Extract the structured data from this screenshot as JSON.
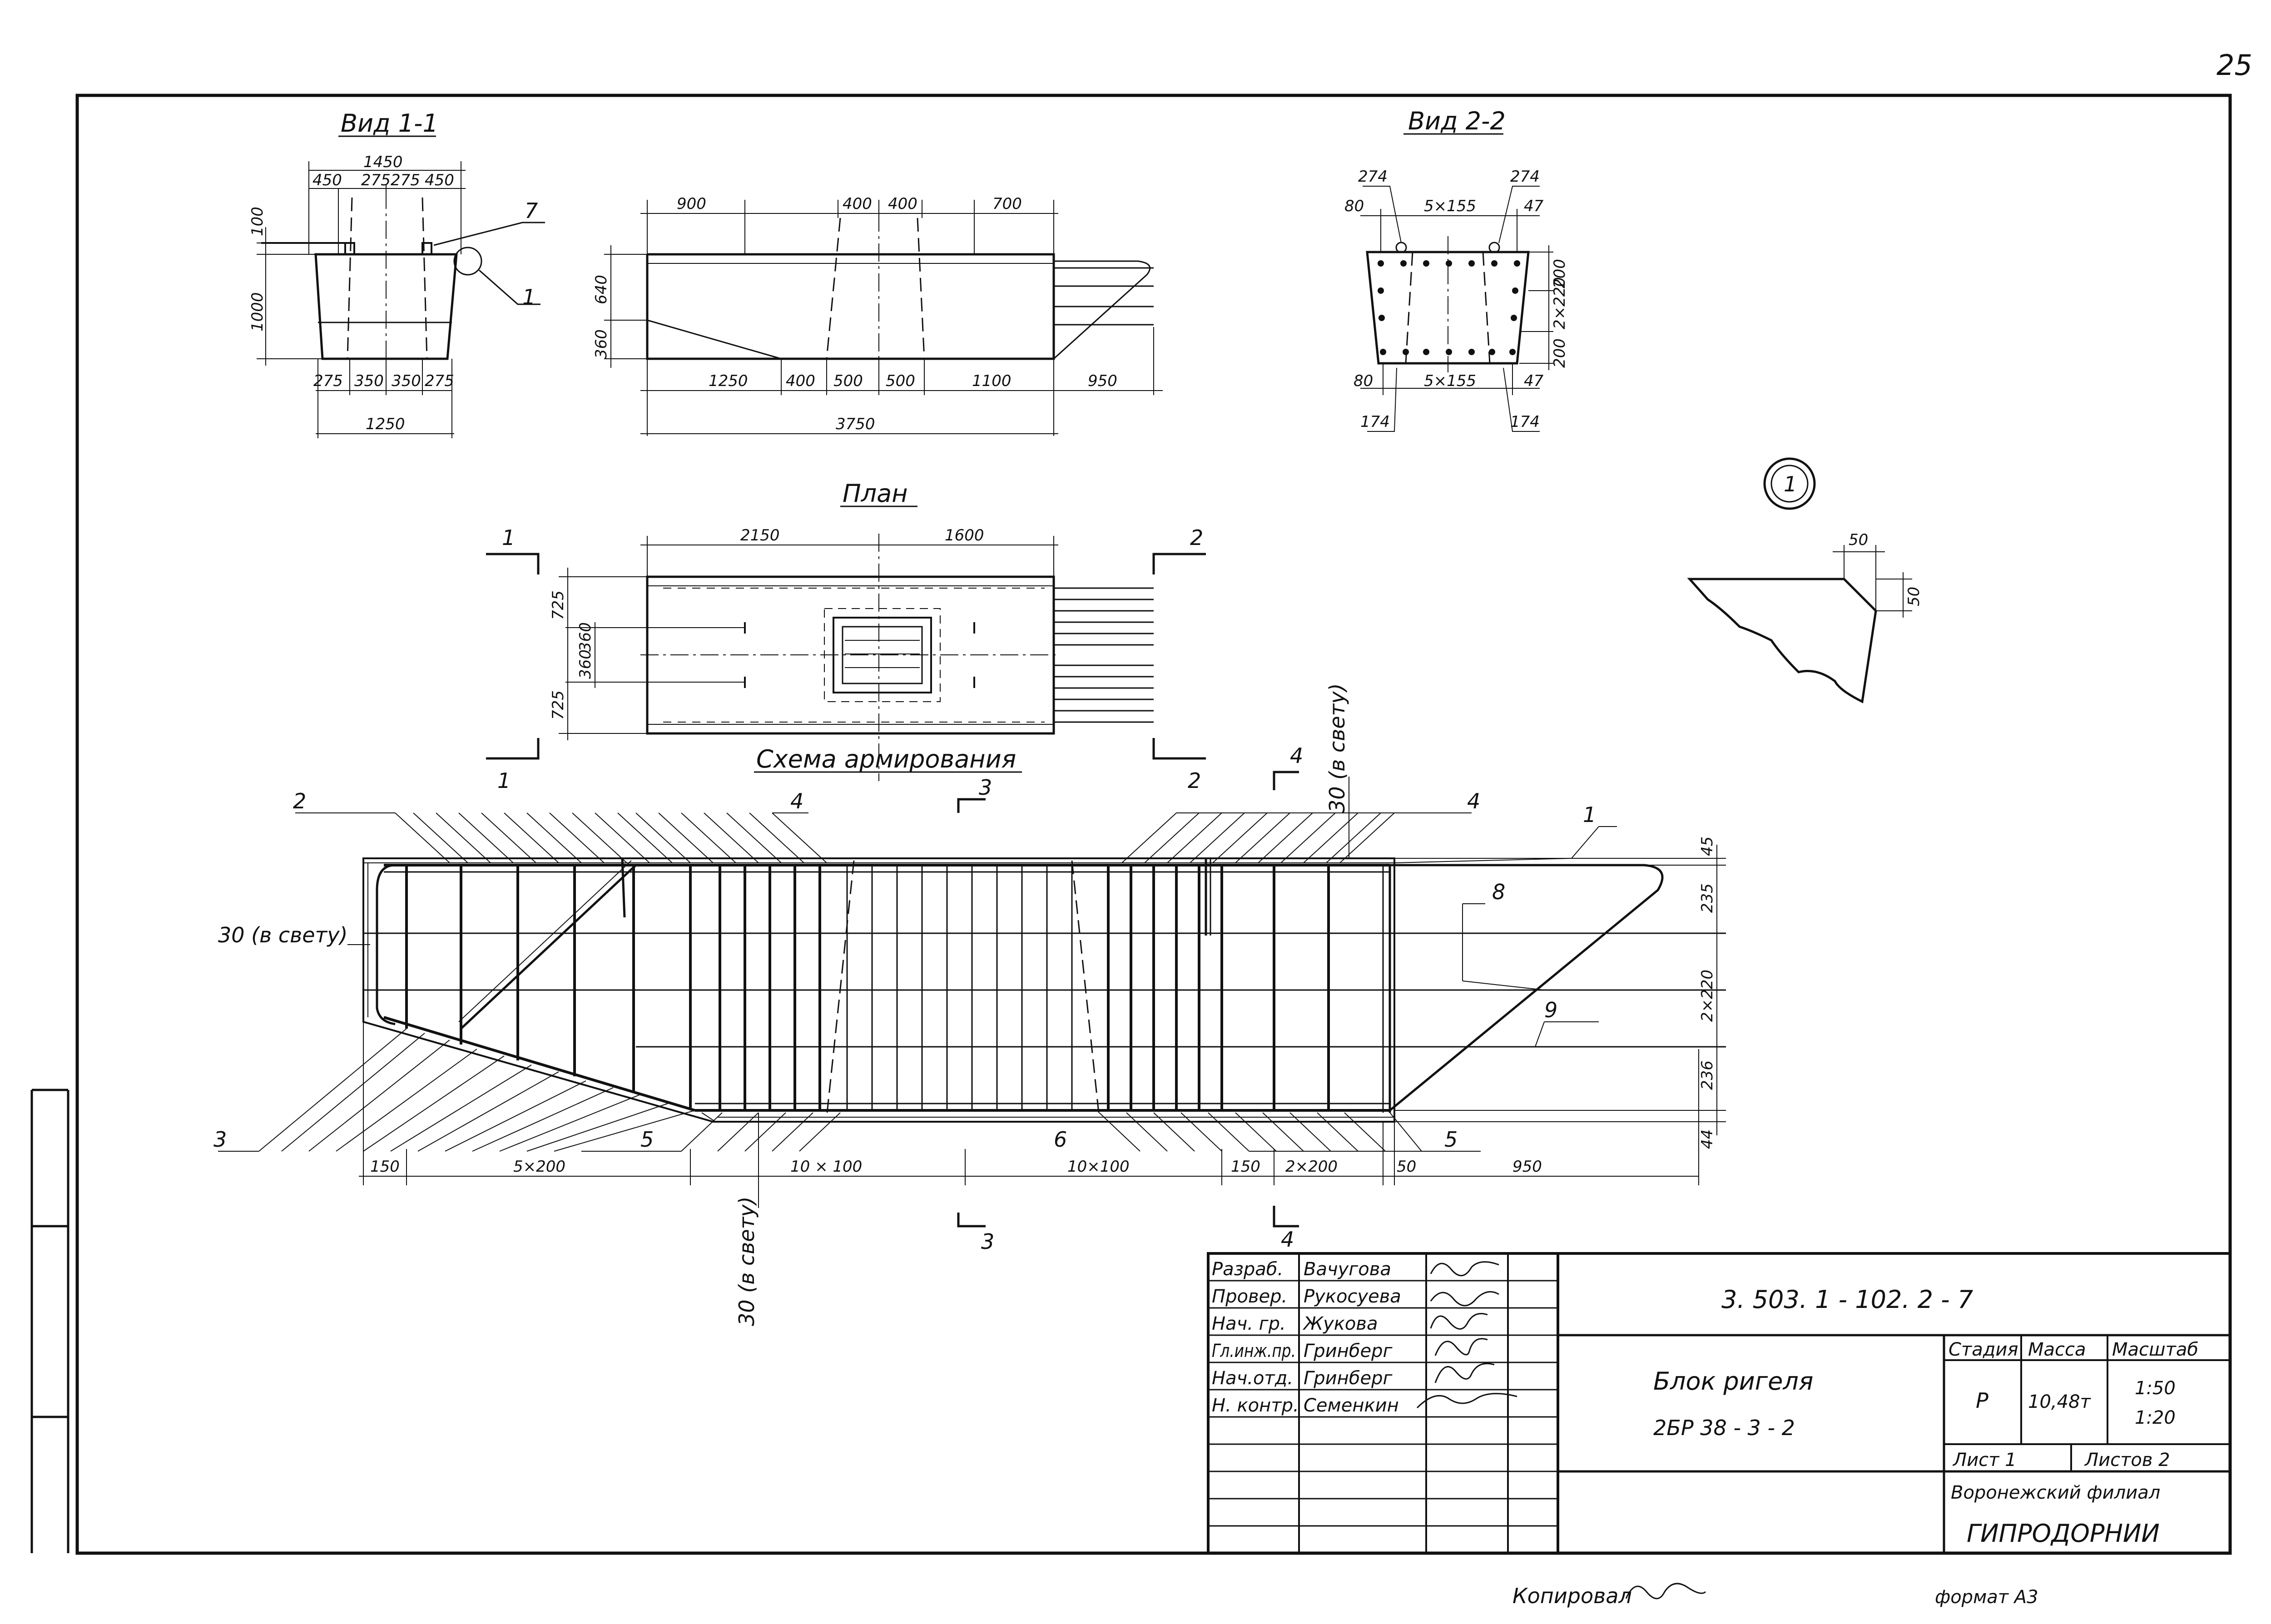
{
  "page_number": "25",
  "views": {
    "view_1": {
      "title": "Вид 1-1",
      "dims_top": [
        "1450",
        "450",
        "275",
        "275",
        "450"
      ],
      "dims_left": [
        "100",
        "1000"
      ],
      "dims_bottom": [
        "275",
        "350",
        "350",
        "275"
      ],
      "dim_total_bottom": "1250",
      "callouts": [
        "7",
        "1"
      ]
    },
    "elevation": {
      "dims_top": [
        "900",
        "400",
        "400",
        "700"
      ],
      "dims_left": [
        "640",
        "360"
      ],
      "dims_bottom": [
        "1250",
        "400",
        "500",
        "500",
        "1100",
        "950"
      ],
      "dim_total_bottom": "3750"
    },
    "view_2": {
      "title": "Вид 2-2",
      "dims_top": [
        "274",
        "274",
        "80",
        "5×155",
        "47"
      ],
      "dims_right": [
        "200",
        "2×220",
        "200"
      ],
      "dims_bottom": [
        "80",
        "5×155",
        "47",
        "174",
        "174"
      ]
    },
    "detail": {
      "marker": "1",
      "dims": [
        "50",
        "50"
      ]
    },
    "plan": {
      "title": "План",
      "dims_top": [
        "2150",
        "1600"
      ],
      "dims_left": [
        "725",
        "360",
        "360",
        "725"
      ],
      "section_marks": [
        "1",
        "1",
        "2",
        "2"
      ]
    },
    "reinforcement": {
      "title": "Схема армирования",
      "positions": [
        "2",
        "4",
        "4",
        "1",
        "8",
        "9",
        "3",
        "5",
        "6",
        "5"
      ],
      "clear_note": "30 (в свету)",
      "section_marks": [
        "3",
        "3",
        "4",
        "4"
      ],
      "dims_right": [
        "45",
        "235",
        "2×220",
        "236",
        "44"
      ],
      "dims_bottom": [
        "150",
        "5×200",
        "10 × 100",
        "10×100",
        "150",
        "2×200",
        "50",
        "950"
      ]
    }
  },
  "title_block": {
    "roles": [
      "Разраб.",
      "Провер.",
      "Нач. гр.",
      "Гл.инж.пр.",
      "Нач.отд.",
      "Н. контр."
    ],
    "names": [
      "Вачугова",
      "Рукосуева",
      "Жукова",
      "Гринберг",
      "Гринберг",
      "Семенкин"
    ],
    "document_code": "3. 503. 1 - 102. 2 - 7",
    "item_name": "Блок ригеля",
    "item_mark": "2БР 38 - 3 - 2",
    "headers": [
      "Стадия",
      "Масса",
      "Масштаб"
    ],
    "stage": "Р",
    "mass": "10,48т",
    "scales": [
      "1:50",
      "1:20"
    ],
    "sheet": "Лист 1",
    "sheets_total": "Листов 2",
    "organization_line1": "Воронежский филиал",
    "organization_line2": "ГИПРОДОРНИИ"
  },
  "footer": {
    "copied_by": "Копировал",
    "format": "формат  А3"
  }
}
